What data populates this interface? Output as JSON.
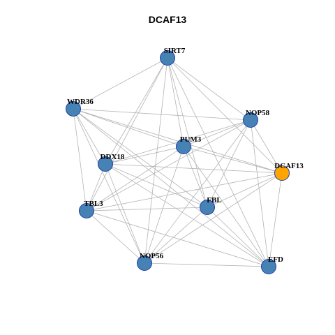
{
  "title": "DCAF13",
  "colors": {
    "default_node": "#4682B4",
    "focus_node": "#FFA500",
    "edge": "#B3B3B3",
    "node_border": "#1F3FA8"
  },
  "nodes": [
    {
      "id": "SIRT7",
      "label": "SIRT7",
      "focus": false
    },
    {
      "id": "WDR36",
      "label": "WDR36",
      "focus": false
    },
    {
      "id": "NOP58",
      "label": "NOP58",
      "focus": false
    },
    {
      "id": "PUM3",
      "label": "PUM3",
      "focus": false
    },
    {
      "id": "DDX18",
      "label": "DDX18",
      "focus": false
    },
    {
      "id": "DCAF13",
      "label": "DCAF13",
      "focus": true
    },
    {
      "id": "TBL3",
      "label": "TBL3",
      "focus": false
    },
    {
      "id": "FBL",
      "label": "FBL",
      "focus": false
    },
    {
      "id": "NOP56",
      "label": "NOP56",
      "focus": false
    },
    {
      "id": "EFD",
      "label": "EFD",
      "focus": false
    }
  ],
  "edges": [
    [
      "SIRT7",
      "WDR36"
    ],
    [
      "SIRT7",
      "NOP58"
    ],
    [
      "SIRT7",
      "PUM3"
    ],
    [
      "SIRT7",
      "DDX18"
    ],
    [
      "SIRT7",
      "DCAF13"
    ],
    [
      "SIRT7",
      "TBL3"
    ],
    [
      "SIRT7",
      "FBL"
    ],
    [
      "SIRT7",
      "NOP56"
    ],
    [
      "SIRT7",
      "EFD"
    ],
    [
      "WDR36",
      "NOP58"
    ],
    [
      "WDR36",
      "PUM3"
    ],
    [
      "WDR36",
      "DDX18"
    ],
    [
      "WDR36",
      "DCAF13"
    ],
    [
      "WDR36",
      "TBL3"
    ],
    [
      "WDR36",
      "FBL"
    ],
    [
      "WDR36",
      "NOP56"
    ],
    [
      "WDR36",
      "EFD"
    ],
    [
      "NOP58",
      "PUM3"
    ],
    [
      "NOP58",
      "DDX18"
    ],
    [
      "NOP58",
      "DCAF13"
    ],
    [
      "NOP58",
      "TBL3"
    ],
    [
      "NOP58",
      "FBL"
    ],
    [
      "NOP58",
      "NOP56"
    ],
    [
      "NOP58",
      "EFD"
    ],
    [
      "PUM3",
      "DDX18"
    ],
    [
      "PUM3",
      "DCAF13"
    ],
    [
      "PUM3",
      "TBL3"
    ],
    [
      "PUM3",
      "FBL"
    ],
    [
      "PUM3",
      "NOP56"
    ],
    [
      "PUM3",
      "EFD"
    ],
    [
      "DDX18",
      "DCAF13"
    ],
    [
      "DDX18",
      "TBL3"
    ],
    [
      "DDX18",
      "FBL"
    ],
    [
      "DDX18",
      "NOP56"
    ],
    [
      "DDX18",
      "EFD"
    ],
    [
      "DCAF13",
      "TBL3"
    ],
    [
      "DCAF13",
      "FBL"
    ],
    [
      "DCAF13",
      "NOP56"
    ],
    [
      "DCAF13",
      "EFD"
    ],
    [
      "TBL3",
      "FBL"
    ],
    [
      "TBL3",
      "NOP56"
    ],
    [
      "TBL3",
      "EFD"
    ],
    [
      "FBL",
      "NOP56"
    ],
    [
      "FBL",
      "EFD"
    ],
    [
      "NOP56",
      "EFD"
    ]
  ]
}
